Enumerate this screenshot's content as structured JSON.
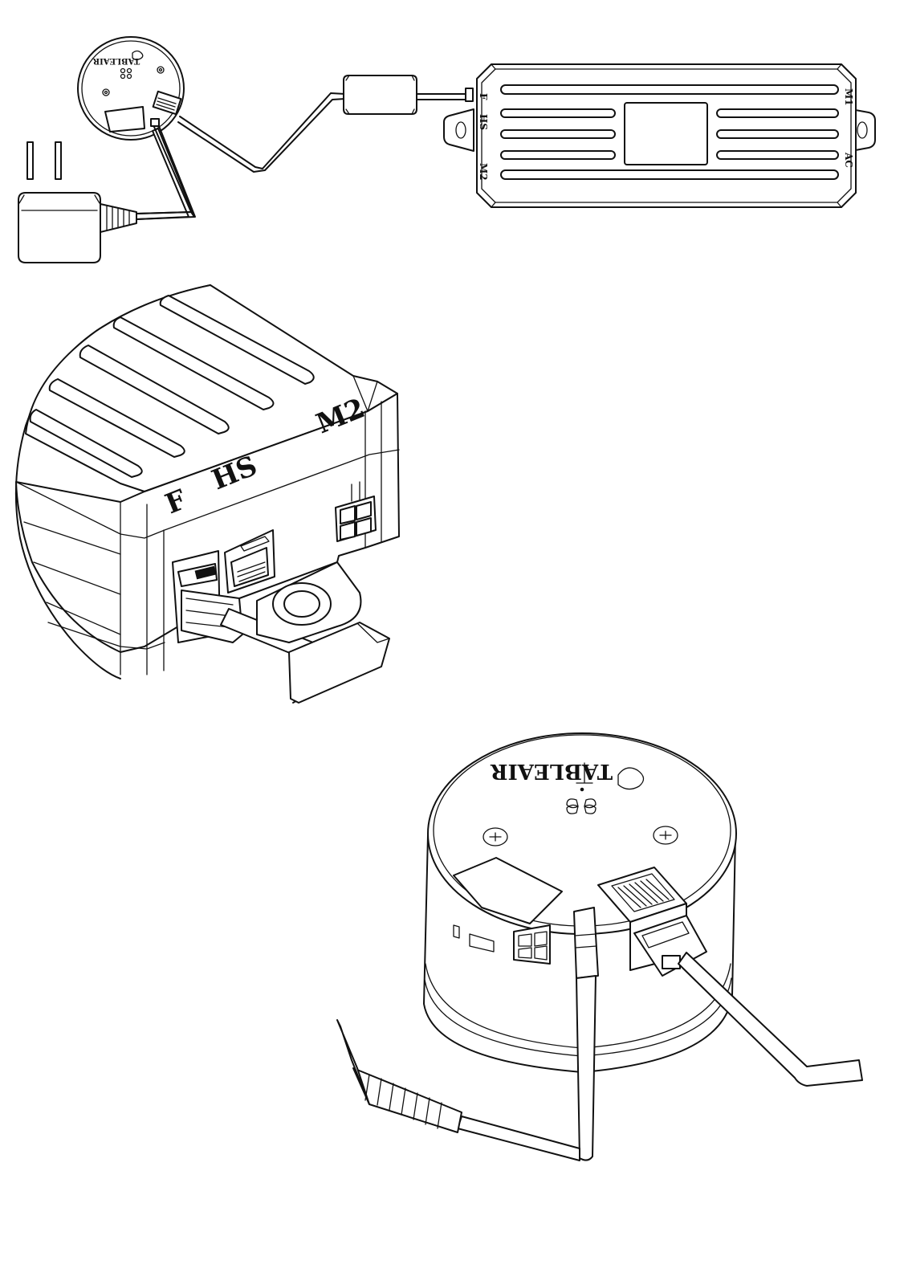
{
  "labels": {
    "port_f": "F",
    "port_hs": "HS",
    "port_m2": "M2",
    "port_m1": "M1",
    "port_ac": "AC",
    "brand": "TABLEAIR"
  },
  "colors": {
    "line": "#111111",
    "background": "#ffffff"
  }
}
